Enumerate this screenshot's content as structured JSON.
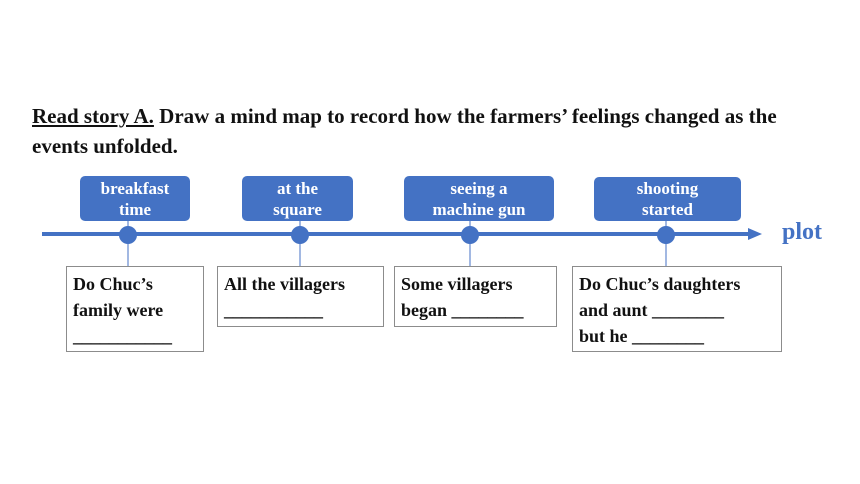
{
  "instruction": {
    "underlined": "Read story A.",
    "rest": " Draw a mind map to record how the farmers’ feelings changed as the events unfolded."
  },
  "timeline": {
    "axis_label": "plot",
    "events": [
      {
        "label": "breakfast\ntime",
        "prompt": "Do Chuc’s\nfamily were\n___________"
      },
      {
        "label": "at the\nsquare",
        "prompt": "All the villagers\n___________"
      },
      {
        "label": "seeing a\nmachine gun",
        "prompt": "Some villagers\nbegan ________"
      },
      {
        "label": "shooting\nstarted",
        "prompt": "Do Chuc’s daughters\nand aunt ________\nbut he ________"
      }
    ]
  },
  "colors": {
    "accent": "#4472C4",
    "box_border": "#8c8c8c"
  }
}
